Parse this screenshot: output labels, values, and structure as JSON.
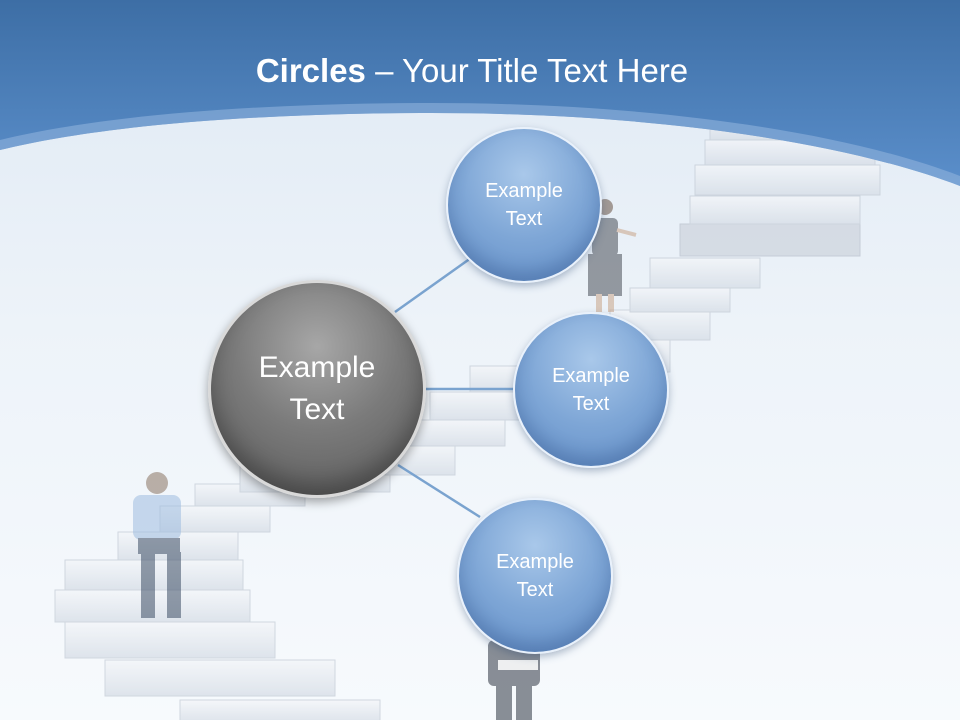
{
  "slide": {
    "title_bold": "Circles",
    "title_rest": " – Your Title Text Here"
  },
  "circles": {
    "main": {
      "line1": "Example",
      "line2": "Text"
    },
    "items": [
      {
        "line1": "Example",
        "line2": "Text"
      },
      {
        "line1": "Example",
        "line2": "Text"
      },
      {
        "line1": "Example",
        "line2": "Text"
      }
    ]
  },
  "colors": {
    "banner_dark": "#3d6ea5",
    "banner_light": "#5b8fcb",
    "main_circle": "#7b7b7b",
    "item_circle": "#7ea6d6",
    "connector": "#7aa3cf"
  }
}
